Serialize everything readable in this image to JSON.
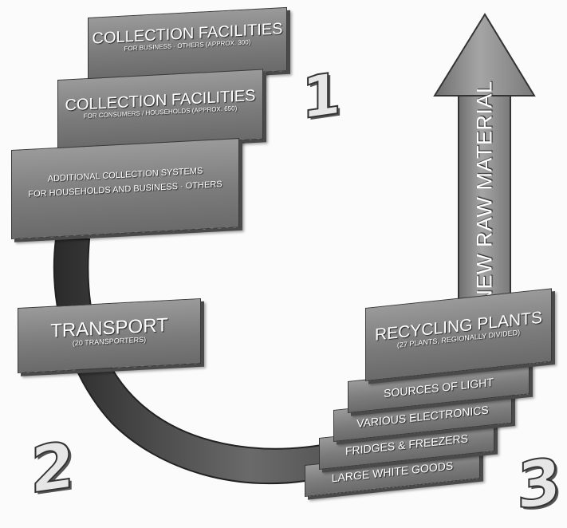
{
  "boxes": {
    "collection_business": {
      "title": "COLLECTION FACILITIES",
      "subtitle": "FOR BUSINESS · OTHERS (APPROX. 300)"
    },
    "collection_consumers": {
      "title": "COLLECTION FACILITIES",
      "subtitle": "FOR CONSUMERS / HOUSEHOLDS (APPROX. 650)"
    },
    "additional_systems": {
      "line1": "ADDITIONAL COLLECTION SYSTEMS",
      "line2": "FOR HOUSEHOLDS AND BUSINESS · OTHERS"
    },
    "transport": {
      "title": "TRANSPORT",
      "subtitle": "(20 TRANSPORTERS)"
    },
    "recycling": {
      "title": "RECYCLING PLANTS",
      "subtitle": "(27 PLANTS, REGIONALLY DIVIDED)"
    },
    "sources_of_light": {
      "title": "SOURCES OF LIGHT"
    },
    "various_electronics": {
      "title": "VARIOUS ELECTRONICS"
    },
    "fridges": {
      "title": "FRIDGES & FREEZERS"
    },
    "large_white_goods": {
      "title": "LARGE WHITE GOODS"
    }
  },
  "arrow": {
    "label": "NEW RAW MATERIAL"
  },
  "steps": {
    "one": "1",
    "two": "2",
    "three": "3"
  },
  "colors": {
    "box_fill": "#8a8a8a",
    "arrow_fill": "#8c8c8c",
    "outline": "#333333",
    "text": "#ffffff"
  }
}
